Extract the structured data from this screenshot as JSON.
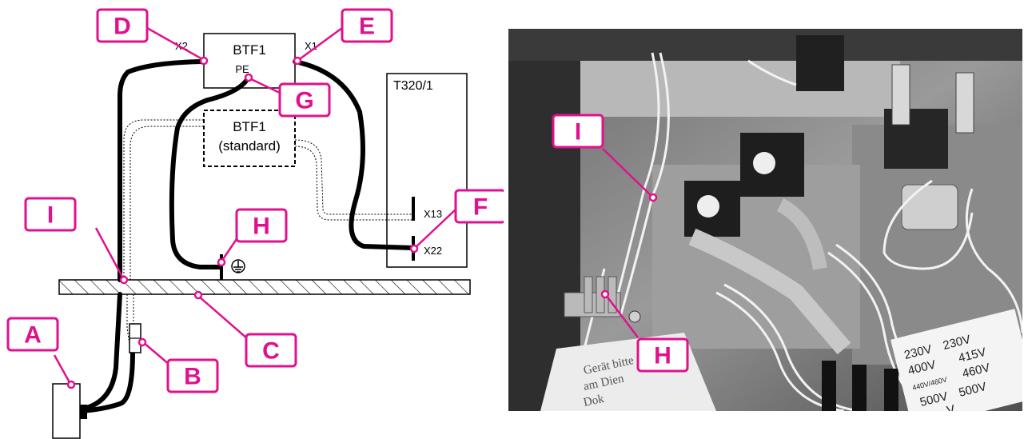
{
  "diagram": {
    "callouts": {
      "A": "A",
      "B": "B",
      "C": "C",
      "D": "D",
      "E": "E",
      "F": "F",
      "G": "G",
      "H": "H",
      "I": "I"
    },
    "boxes": {
      "btf1_top": "BTF1",
      "btf1_standard_line1": "BTF1",
      "btf1_standard_line2": "(standard)",
      "t320": "T320/1"
    },
    "terminals": {
      "x1": "X1",
      "x2": "X2",
      "pe": "PE",
      "x13": "X13",
      "x22": "X22"
    },
    "ground_symbol": "earth-ground-icon"
  },
  "photo": {
    "callouts": {
      "I": "I",
      "H": "H"
    },
    "voltage_label": {
      "row1": [
        "230V",
        "230V"
      ],
      "row2": [
        "400V",
        "415V"
      ],
      "row3": [
        "440V/460V",
        "460V"
      ],
      "row4": [
        "500V",
        "500V"
      ],
      "row5": [
        "V"
      ]
    },
    "paper_note": [
      "Gerät bitte",
      "am Dien",
      "Dok"
    ]
  },
  "colors": {
    "accent": "#e0118d",
    "line": "#000000"
  }
}
